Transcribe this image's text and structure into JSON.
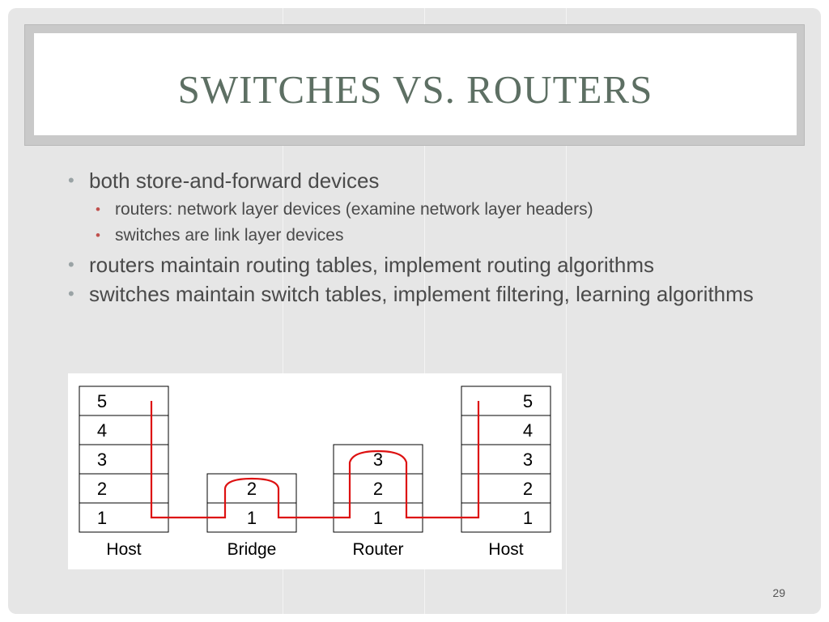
{
  "slide": {
    "title": "SWITCHES VS. ROUTERS",
    "page_number": "29",
    "accent_color": "#c0504d",
    "title_color": "#5d6f63",
    "bullets": [
      {
        "text": "both store-and-forward devices",
        "sub": [
          "routers: network layer devices (examine network layer headers)",
          "switches are link layer devices"
        ]
      },
      {
        "text": "routers maintain routing tables, implement routing algorithms"
      },
      {
        "text": "switches maintain switch tables, implement filtering, learning algorithms"
      }
    ]
  },
  "diagram": {
    "path_color": "#dd1111",
    "devices": [
      {
        "label": "Host",
        "layers": [
          "5",
          "4",
          "3",
          "2",
          "1"
        ]
      },
      {
        "label": "Bridge",
        "layers": [
          "2",
          "1"
        ]
      },
      {
        "label": "Router",
        "layers": [
          "3",
          "2",
          "1"
        ]
      },
      {
        "label": "Host",
        "layers": [
          "5",
          "4",
          "3",
          "2",
          "1"
        ]
      }
    ]
  }
}
